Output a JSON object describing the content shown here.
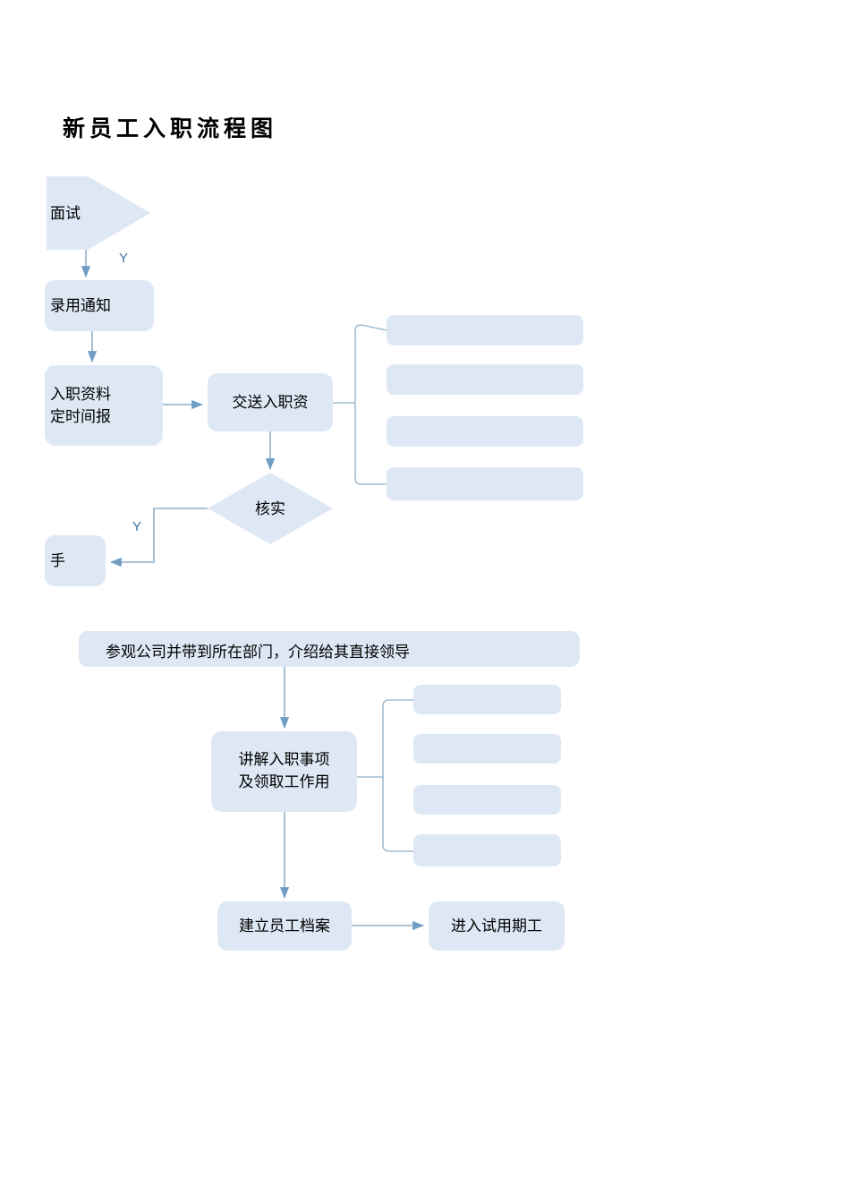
{
  "document": {
    "title": "新员工入职流程图",
    "background_color": "#FFFFFF"
  },
  "theme": {
    "node_fill": "#DEE8F5",
    "node_fill_alt": "#DCE6F3",
    "connector_color": "#8FAFC6",
    "arrow_color": "#6F9DC4",
    "label_color": "#3B6E9E",
    "text_color": "#000000"
  },
  "flow": {
    "nodes": [
      {
        "id": "interview",
        "shape": "diamond",
        "label": "面试",
        "clipped_left": true
      },
      {
        "id": "offer-notice",
        "shape": "rounded-rect",
        "label": "录用通知",
        "clipped_left": true
      },
      {
        "id": "onboarding-docs",
        "shape": "rounded-rect",
        "label": "入职资料\n定时间报",
        "clipped_left": true
      },
      {
        "id": "submit-docs",
        "shape": "rounded-rect",
        "label": "交送入职资"
      },
      {
        "id": "verify",
        "shape": "diamond",
        "label": "核实"
      },
      {
        "id": "handover",
        "shape": "rounded-rect",
        "label": "手",
        "clipped_left": true
      },
      {
        "id": "tour-company",
        "shape": "rounded-rect",
        "label": "参观公司并带到所在部门，介绍给其直接领导"
      },
      {
        "id": "explain-onboarding",
        "shape": "rounded-rect",
        "label": "讲解入职事项\n及领取工作用"
      },
      {
        "id": "create-file",
        "shape": "rounded-rect",
        "label": "建立员工档案"
      },
      {
        "id": "probation",
        "shape": "rounded-rect",
        "label": "进入试用期工"
      }
    ],
    "detail_boxes_top": [
      {
        "id": "top-detail-1",
        "label": ""
      },
      {
        "id": "top-detail-2",
        "label": ""
      },
      {
        "id": "top-detail-3",
        "label": ""
      },
      {
        "id": "top-detail-4",
        "label": ""
      }
    ],
    "detail_boxes_bottom": [
      {
        "id": "bottom-detail-1",
        "label": ""
      },
      {
        "id": "bottom-detail-2",
        "label": ""
      },
      {
        "id": "bottom-detail-3",
        "label": ""
      },
      {
        "id": "bottom-detail-4",
        "label": ""
      }
    ],
    "edge_labels": [
      {
        "id": "edge-label-interview-yes",
        "text": "Y"
      },
      {
        "id": "edge-label-verify-yes",
        "text": "Y"
      }
    ]
  }
}
